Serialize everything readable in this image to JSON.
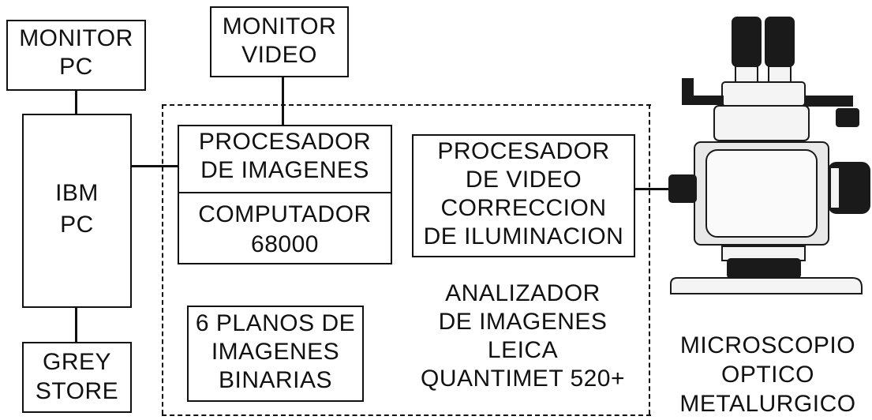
{
  "blocks": {
    "monitor_pc": [
      "MONITOR",
      "PC"
    ],
    "monitor_video": [
      "MONITOR",
      "VIDEO"
    ],
    "ibm_pc": [
      "IBM",
      "PC"
    ],
    "grey_store": [
      "GREY",
      "STORE"
    ],
    "procesador_imagenes": [
      "PROCESADOR",
      "DE IMAGENES"
    ],
    "computador": [
      "COMPUTADOR",
      "68000"
    ],
    "planos": [
      "6 PLANOS DE",
      "IMAGENES",
      "BINARIAS"
    ],
    "procesador_video": [
      "PROCESADOR",
      "DE VIDEO",
      "CORRECCION",
      "DE ILUMINACION"
    ],
    "analizador": [
      "ANALIZADOR",
      "DE IMAGENES",
      "LEICA",
      "QUANTIMET 520+"
    ],
    "microscopio": [
      "MICROSCOPIO",
      "OPTICO",
      "METALURGICO"
    ]
  },
  "style": {
    "line_color": "#111111",
    "background": "#ffffff",
    "microscope_dark": "#1a1a1a",
    "microscope_light": "#f4f4f4"
  }
}
